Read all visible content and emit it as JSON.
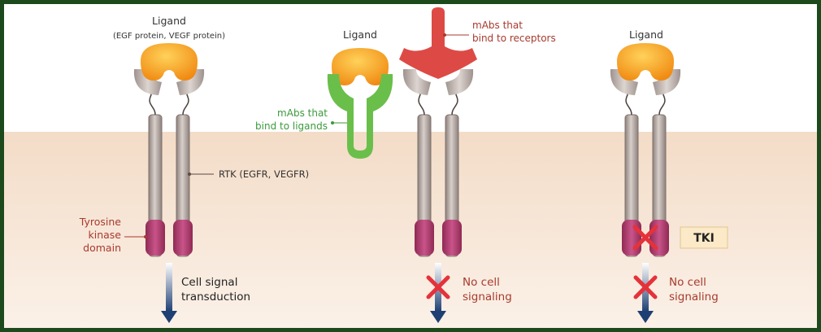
{
  "panel1": {
    "ligand_label": "Ligand",
    "ligand_sublabel": "(EGF protein, VEGF protein)",
    "rtk_label": "RTK (EGFR, VEGFR)",
    "tk_label_lines": [
      "Tyrosine",
      "kinase",
      "domain"
    ],
    "signal_lines": [
      "Cell signal",
      "transduction"
    ]
  },
  "panel2": {
    "ligand_label": "Ligand",
    "mab_ligand_lines": [
      "mAbs that",
      "bind to ligands"
    ],
    "mab_receptor_lines": [
      "mAbs that",
      "bind to receptors"
    ],
    "no_signal_lines": [
      "No cell",
      "signaling"
    ]
  },
  "panel3": {
    "ligand_label": "Ligand",
    "tki_label": "TKI",
    "no_signal_lines": [
      "No cell",
      "signaling"
    ]
  },
  "colors": {
    "frame": "#1d4a1d",
    "membrane": "#f7e6d6",
    "ligand": "#f59a1c",
    "receptor": "#a89a95",
    "kinase": "#b23d6b",
    "mab_ligand": "#6abf4b",
    "mab_receptor": "#dd4a45",
    "label_red": "#a83a2e",
    "label_green": "#3c9a3c",
    "arrow": "#1e3f73",
    "block_x": "#e5323a",
    "tki_box": "#fbe9c8"
  }
}
